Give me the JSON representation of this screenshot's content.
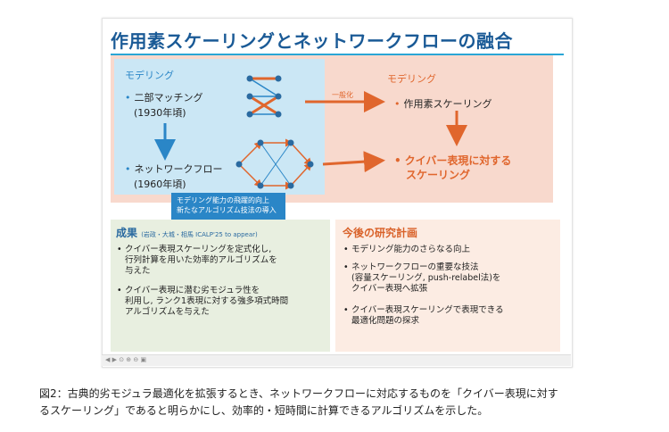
{
  "slide": {
    "title": "作用素スケーリングとネットワークフローの融合",
    "left_model_label": "モデリング",
    "right_model_label": "モデリング",
    "bipartite_label": "二部マッチング",
    "bipartite_year": "(1930年頃)",
    "network_label": "ネットワークフロー",
    "network_year": "(1960年頃)",
    "generalize_label": "一般化",
    "operator_scaling": "作用素スケーリング",
    "quiver_scaling_line1": "クイバー表現に対する",
    "quiver_scaling_line2": "スケーリング",
    "callout_line1": "モデリング能力の飛躍的向上",
    "callout_line2": "新たなアルゴリズム技法の導入",
    "results_title": "成果",
    "results_sub": "(岩政・大城・相馬 ICALP'25 to appear)",
    "results_items": [
      [
        "クイバー表現スケーリングを定式化し,",
        "行列計算を用いた効率的アルゴリズムを",
        "与えた"
      ],
      [
        "クイバー表現に潜む劣モジュラ性を",
        "利用し, ランク1表現に対する強多項式時間",
        "アルゴリズムを与えた"
      ]
    ],
    "plan_title": "今後の研究計画",
    "plan_items": [
      [
        "モデリング能力のさらなる向上"
      ],
      [
        "ネットワークフローの重要な技法",
        "(容量スケーリング, push-relabel法)を",
        "クイバー表現へ拡張"
      ],
      [
        "クイバー表現スケーリングで表現できる",
        "最適化問題の探求"
      ]
    ]
  },
  "caption": {
    "line1": "図2：古典的劣モジュラ最適化を拡張するとき、ネットワークフローに対応するものを「クイバー表現に対す",
    "line2": "るスケーリング」であると明らかにし、効率的・短時間に計算できるアルゴリズムを示した。"
  },
  "colors": {
    "title": "#1a5a96",
    "blue_accent": "#2a86c7",
    "orange_accent": "#e0662d",
    "peach_bg": "#f8d9cd",
    "light_blue_bg": "#cbe7f5"
  }
}
